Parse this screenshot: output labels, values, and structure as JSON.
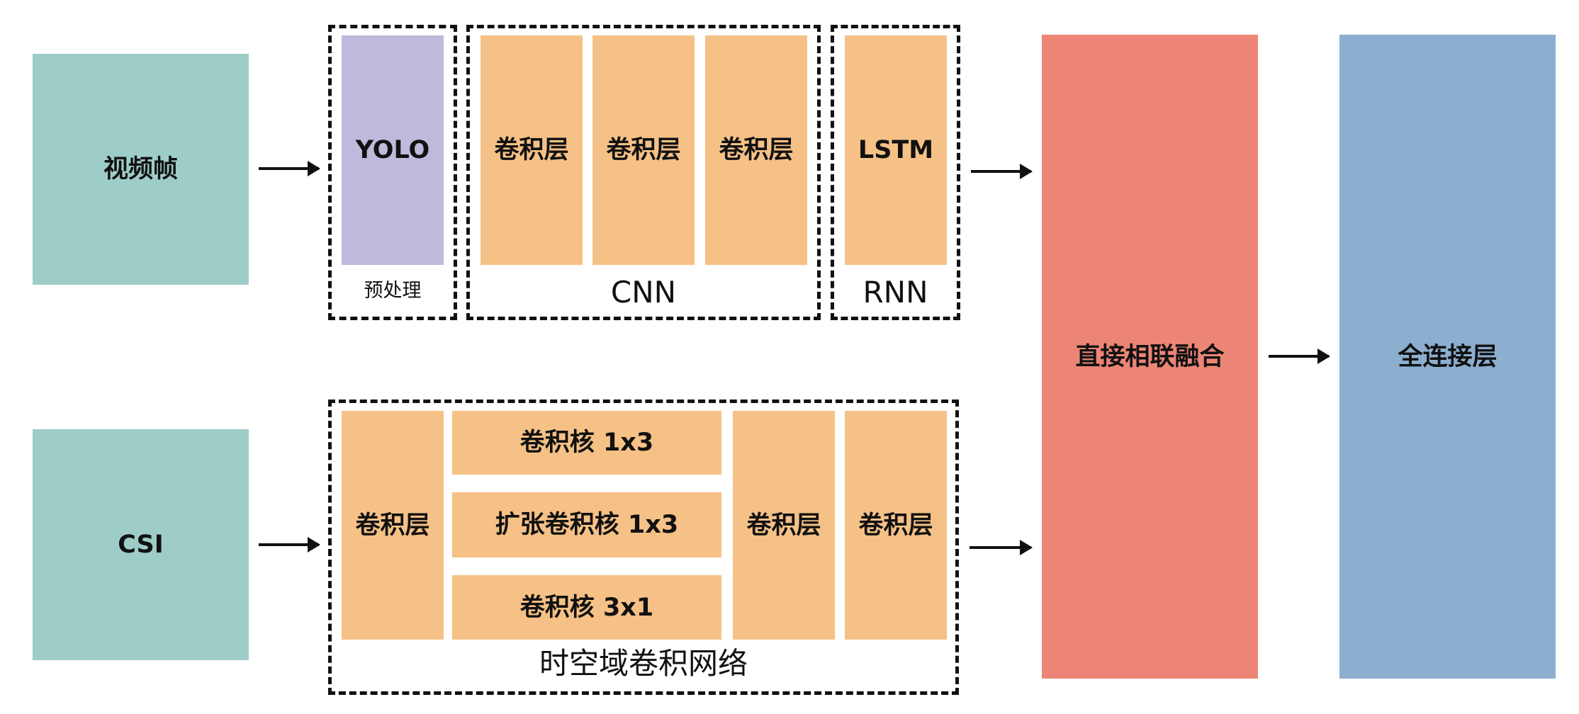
{
  "inputs": {
    "video_frame": "视频帧",
    "csi": "CSI"
  },
  "top_branch": {
    "preprocess": {
      "block_label": "YOLO",
      "caption": "预处理"
    },
    "cnn": {
      "layers": [
        "卷积层",
        "卷积层",
        "卷积层"
      ],
      "caption": "CNN"
    },
    "rnn": {
      "block_label": "LSTM",
      "caption": "RNN"
    }
  },
  "bottom_branch": {
    "first_layer": "卷积层",
    "kernels": [
      "卷积核 1x3",
      "扩张卷积核 1x3",
      "卷积核 3x1"
    ],
    "last_layers": [
      "卷积层",
      "卷积层"
    ],
    "caption": "时空域卷积网络"
  },
  "fusion": "直接相联融合",
  "fully_connected": "全连接层",
  "colors": {
    "input": "#9ecdc8",
    "yolo": "#bdbadb",
    "layer": "#f6c186",
    "fusion": "#ec8575",
    "fully_connected": "#8cafd0"
  }
}
